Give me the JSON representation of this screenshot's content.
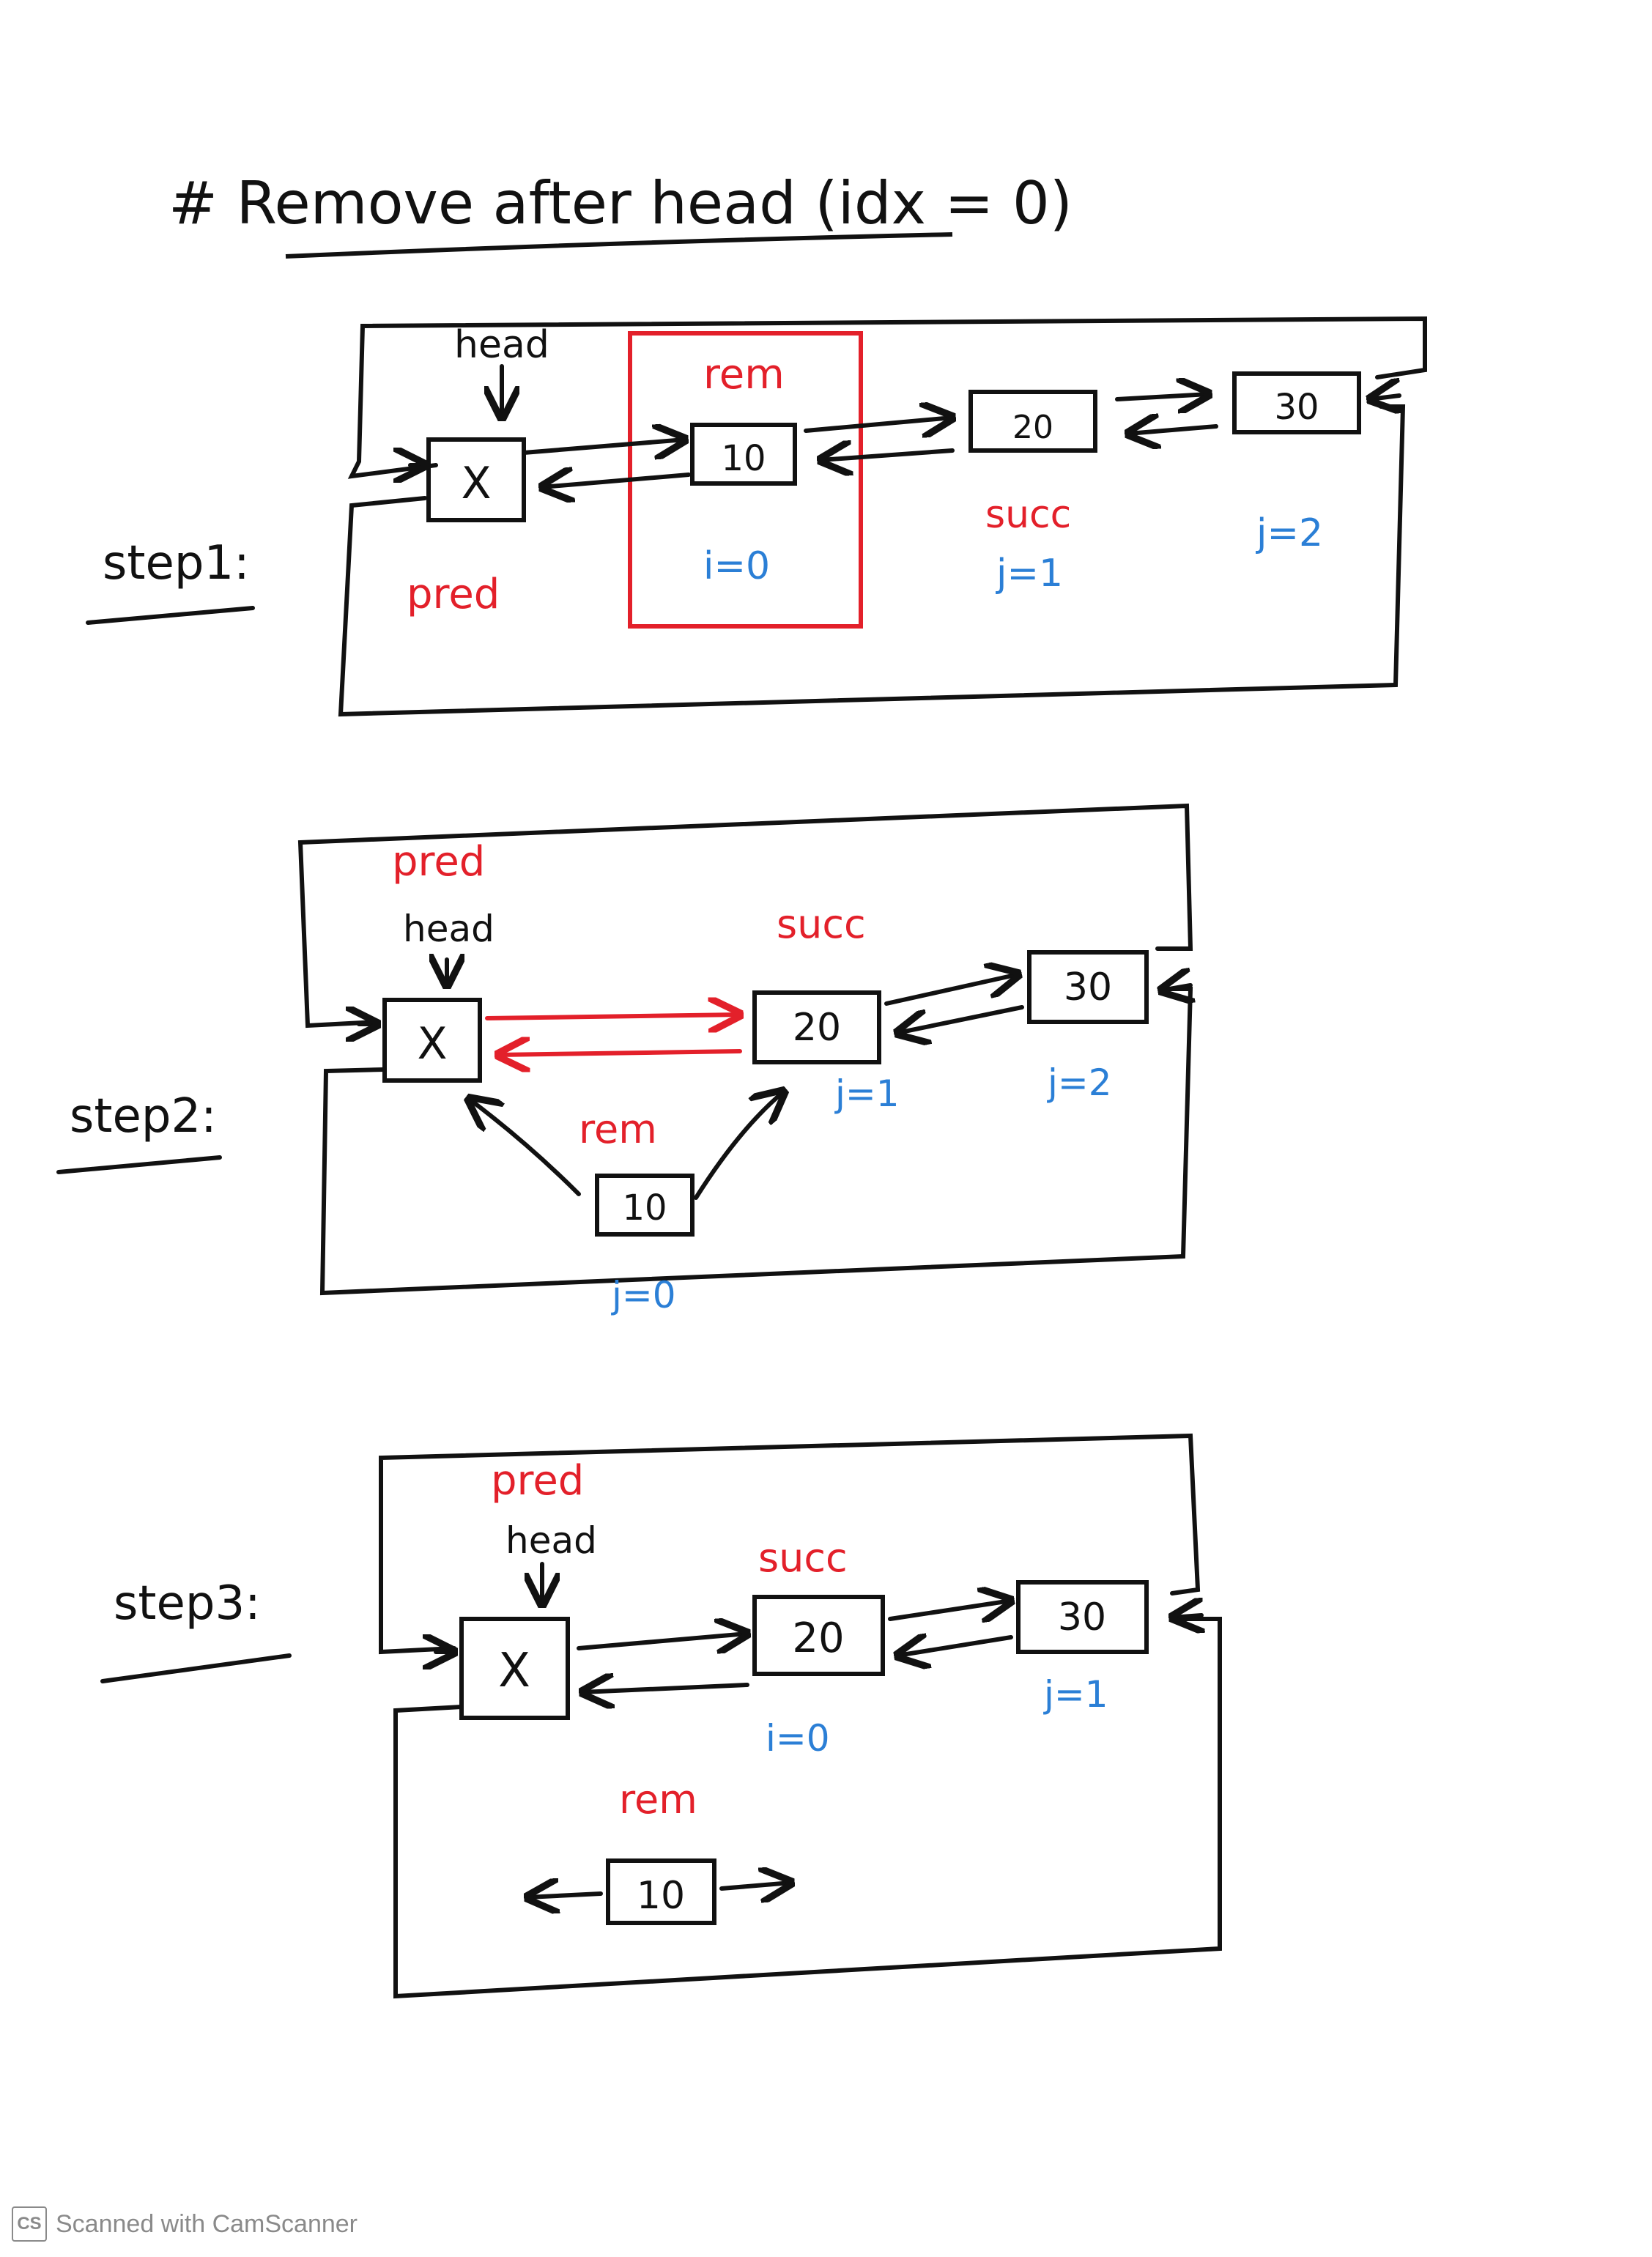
{
  "page": {
    "title": "# Remove after head (idx = 0)",
    "footer_text": "Scanned with CamScanner",
    "footer_badge": "CS"
  },
  "colors": {
    "ink": "#111111",
    "red": "#e3202a",
    "blue": "#2b7fd6",
    "footer": "#8a8a8a"
  },
  "steps": [
    {
      "label": "step1:",
      "node_values": [
        "X",
        "10",
        "20",
        "30"
      ],
      "pointer_labels": [
        "head",
        "rem",
        "pred",
        "succ"
      ],
      "index_labels": [
        "i=0",
        "j=1",
        "j=2"
      ]
    },
    {
      "label": "step2:",
      "node_values": [
        "X",
        "20",
        "30",
        "10"
      ],
      "pointer_labels": [
        "pred",
        "head",
        "succ",
        "rem"
      ],
      "index_labels": [
        "j=1",
        "j=2",
        "j=0"
      ]
    },
    {
      "label": "step3:",
      "node_values": [
        "X",
        "20",
        "30",
        "10"
      ],
      "pointer_labels": [
        "pred",
        "head",
        "succ",
        "rem"
      ],
      "index_labels": [
        "i=0",
        "j=1"
      ]
    }
  ]
}
